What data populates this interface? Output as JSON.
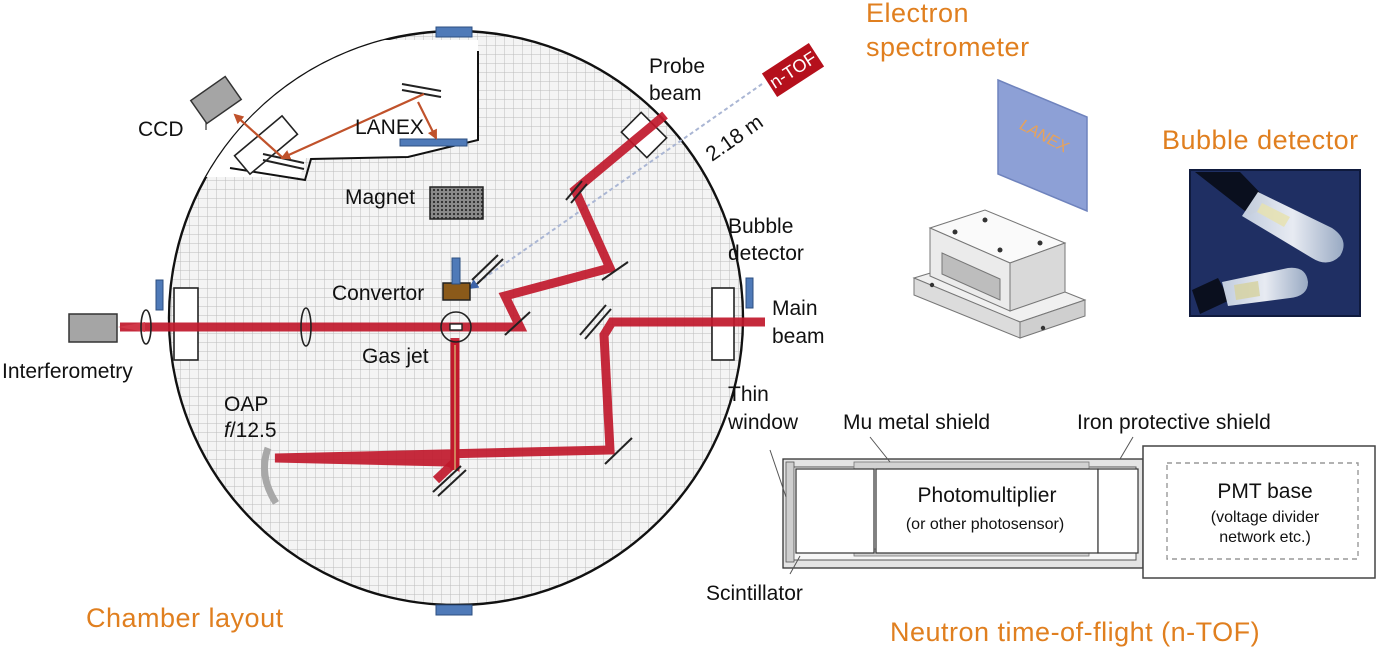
{
  "chamber": {
    "title": "Chamber  layout",
    "labels": {
      "ccd": "CCD",
      "lanex": "LANEX",
      "magnet": "Magnet",
      "convertor": "Convertor",
      "gas_jet": "Gas jet",
      "interferometry": "Interferometry",
      "oap": "OAP",
      "oap_f": "f",
      "oap_f_value": "/12.5",
      "probe_beam_1": "Probe",
      "probe_beam_2": "beam",
      "main_beam_1": "Main",
      "main_beam_2": "beam",
      "bubble_1": "Bubble",
      "bubble_2": "detector",
      "thin_window_1": "Thin",
      "thin_window_2": "window",
      "distance": "2.18 m",
      "ntof_tag": "n-TOF"
    }
  },
  "spectrometer": {
    "title_1": "Electron",
    "title_2": "spectrometer",
    "screen_text": "LANEX"
  },
  "bubble_detector": {
    "title": "Bubble detector"
  },
  "ntof": {
    "title": "Neutron time-of-flight (n-TOF)",
    "mu_shield": "Mu metal shield",
    "iron_shield": "Iron protective shield",
    "photomultiplier": "Photomultiplier",
    "photomultiplier_sub": "(or other photosensor)",
    "pmt_base": "PMT base",
    "pmt_base_sub_1": "(voltage divider",
    "pmt_base_sub_2": "network etc.)",
    "scintillator": "Scintillator"
  },
  "colors": {
    "beam": "#c0182b",
    "accent": "#e07f1f",
    "detector_blue": "#4f7ab8",
    "ntof_tag": "#b5101c",
    "grid_line": "#bfbfbf"
  }
}
